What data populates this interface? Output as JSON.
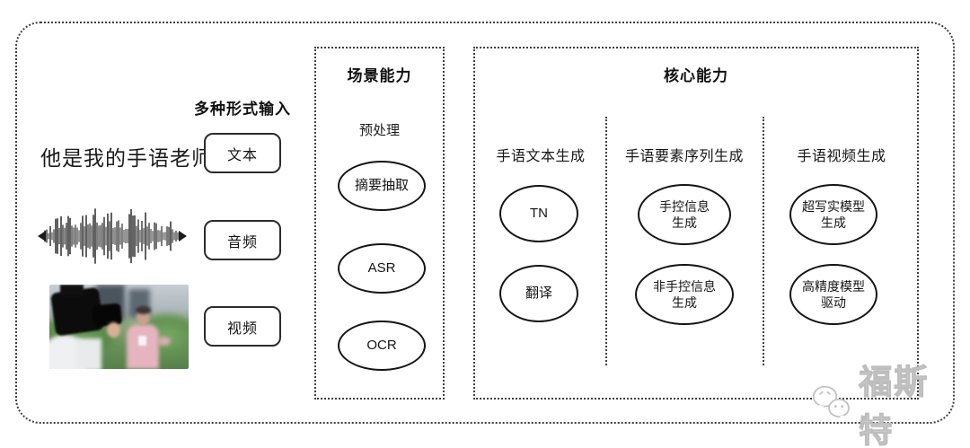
{
  "diagram": {
    "input": {
      "header": "多种形式输入",
      "sample_text": "他是我的手语老师",
      "types": [
        {
          "label": "文本"
        },
        {
          "label": "音频"
        },
        {
          "label": "视频"
        }
      ]
    },
    "scene": {
      "title": "场景能力",
      "subtitle": "预处理",
      "nodes": [
        {
          "label": "摘要抽取"
        },
        {
          "label": "ASR"
        },
        {
          "label": "OCR"
        }
      ]
    },
    "core": {
      "title": "核心能力",
      "columns": [
        {
          "header": "手语文本生成",
          "nodes": [
            {
              "label": "TN"
            },
            {
              "label": "翻译"
            }
          ]
        },
        {
          "header": "手语要素序列生成",
          "nodes": [
            {
              "label": "手控信息\n生成"
            },
            {
              "label": "非手控信息\n生成"
            }
          ]
        },
        {
          "header": "手语视频生成",
          "nodes": [
            {
              "label": "超写实模型\n生成"
            },
            {
              "label": "高精度模型\n驱动"
            }
          ]
        }
      ]
    },
    "watermark": {
      "text": "福斯特",
      "icon": "wechat-chat-bubbles-icon"
    },
    "colors": {
      "frame_line": "#3f3f3f",
      "node_border": "#141414",
      "text": "#141414",
      "watermark": "#c6c6c6"
    }
  }
}
